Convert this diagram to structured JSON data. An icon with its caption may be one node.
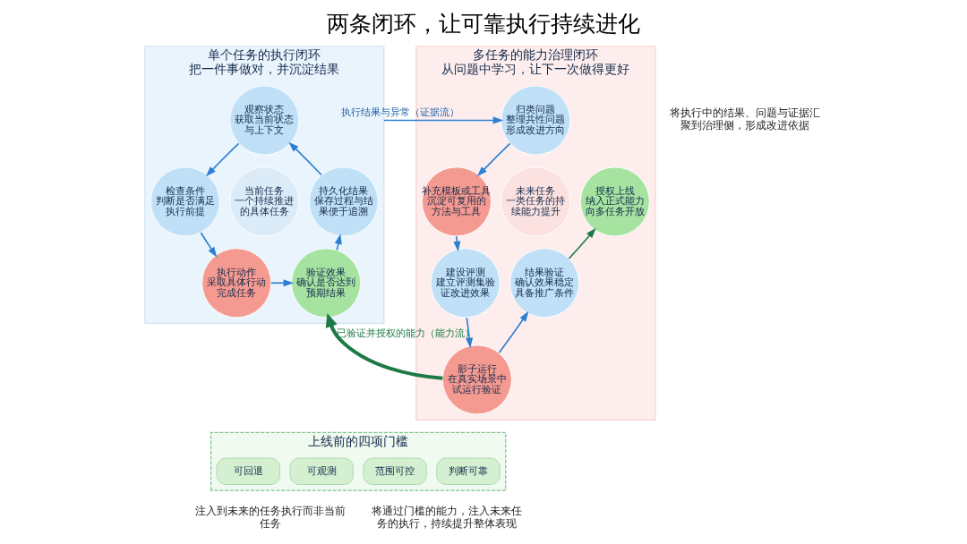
{
  "diagram": {
    "title": "两条闭环，让可靠执行持续进化",
    "nodes": [
      {
        "text": [
          "单个任务的执行闭环",
          "把一件事做对，并沉淀结果"
        ]
      },
      {
        "text": [
          "观察状态",
          "获取当前状态与上下文"
        ],
        "in": 0
      },
      {
        "text": [
          "检查条件",
          "判断是否满足执行前提"
        ],
        "in": 0
      },
      {
        "text": [
          "执行动作",
          "采取具体行动完成任务"
        ],
        "in": 0
      },
      {
        "text": [
          "验证效果",
          "确认是否达到预期结果"
        ],
        "in": 0
      },
      {
        "text": [
          "持久化结果",
          "保存过程与结果便于追溯"
        ],
        "in": 0
      },
      {
        "text": [
          "当前任务",
          "一个持续推进的具体任务"
        ],
        "in": 0
      },
      {
        "text": [
          "多任务的能力治理闭环",
          "从问题中学习，让下一次做得更好"
        ]
      },
      {
        "text": [
          "归类问题",
          "整理共性问题形成改进方向"
        ],
        "in": 7
      },
      {
        "text": [
          "补充模板或工具",
          "沉淀可复用的方法与工具"
        ],
        "in": 7
      },
      {
        "text": [
          "建设评测",
          "建立评测集验证改进效果"
        ],
        "in": 7
      },
      {
        "text": [
          "影子运行",
          "在真实场景中试运行验证"
        ],
        "in": 7
      },
      {
        "text": [
          "结果验证",
          "确认效果稳定具备推广条件"
        ],
        "in": 7
      },
      {
        "text": [
          "授权上线",
          "纳入正式能力向多任务开放"
        ],
        "in": 7
      },
      {
        "text": [
          "未来任务",
          "一类任务的持续能力提升"
        ],
        "in": 7
      },
      {
        "text": [
          "上线前的四项门槛"
        ]
      },
      {
        "text": [
          "可观测"
        ],
        "in": 15
      },
      {
        "text": [
          "可回退"
        ],
        "in": 15
      },
      {
        "text": [
          "范围可控"
        ],
        "in": 15
      },
      {
        "text": [
          "判断可靠"
        ],
        "in": 15
      }
    ],
    "edges": [
      {
        "from": 1,
        "to": 2,
        "arrow": "to"
      },
      {
        "from": 2,
        "to": 3,
        "arrow": "to"
      },
      {
        "from": 3,
        "to": 4,
        "arrow": "to"
      },
      {
        "from": 4,
        "to": 5,
        "arrow": "to"
      },
      {
        "from": 5,
        "to": 1,
        "arrow": "to"
      },
      {
        "from": 0,
        "to": 8,
        "arrow": "to",
        "label": "执行结果与异常（证据流）"
      },
      {
        "from": 8,
        "to": 9,
        "arrow": "to"
      },
      {
        "from": 9,
        "to": 10,
        "arrow": "to"
      },
      {
        "from": 10,
        "to": 11,
        "arrow": "to"
      },
      {
        "from": 11,
        "to": 12,
        "arrow": "to"
      },
      {
        "from": 12,
        "to": 13,
        "arrow": "to",
        "color": "#1e7a45"
      },
      {
        "from": 11,
        "to": 4,
        "arrow": "to",
        "label": "已验证并授权的能力（能力流）",
        "style": "thick",
        "color": "#1e7a45"
      }
    ],
    "labels": [
      "将执行中的结果、问题与证据汇聚到治理侧，形成改进依据",
      "注入到未来的任务执行而非当前任务",
      "将通过门槛的能力，注入未来任务的执行，持续提升整体表现"
    ]
  }
}
